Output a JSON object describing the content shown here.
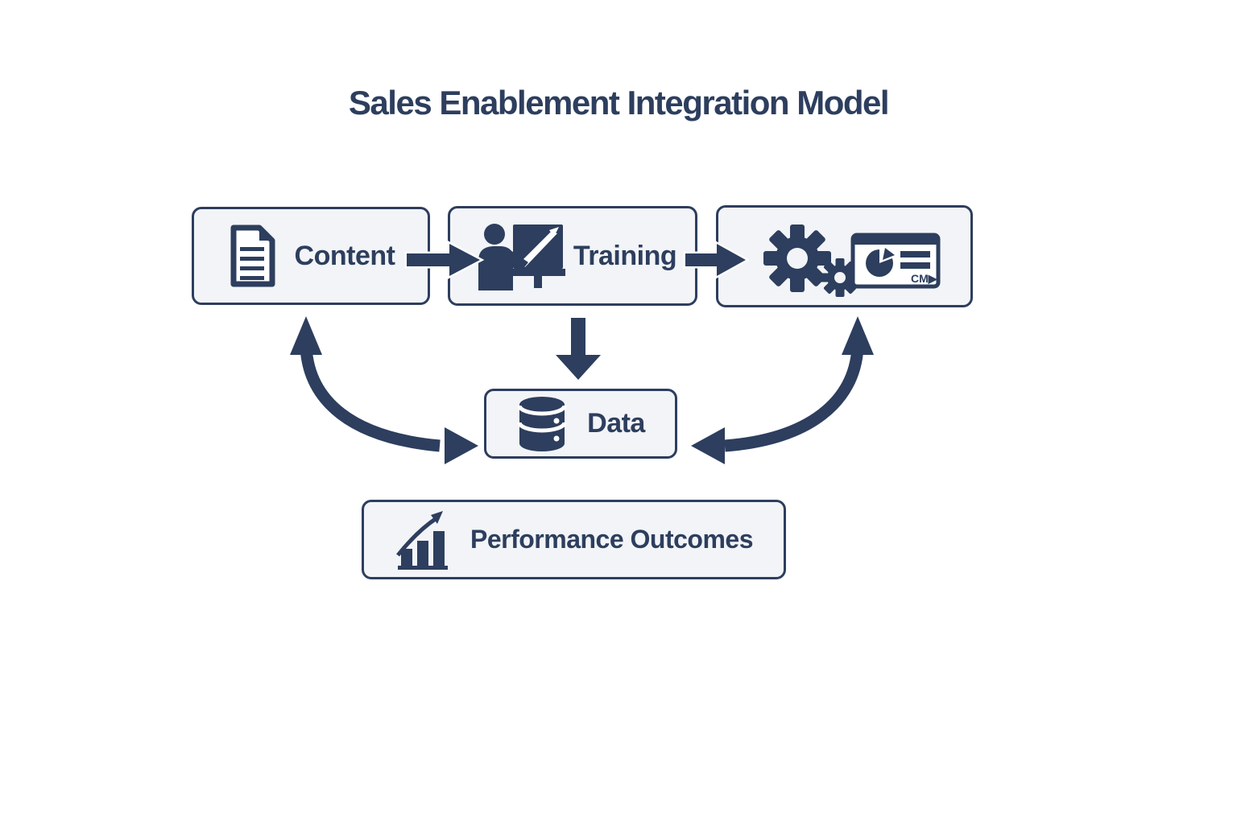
{
  "title": "Sales Enablement Integration Model",
  "colors": {
    "primary_navy": "#2d3e5e",
    "box_fill": "#f2f4f7",
    "background": "#ffffff",
    "icon_inner_white": "#ffffff"
  },
  "nodes": {
    "content": {
      "label": "Content",
      "icon": "document-icon"
    },
    "training": {
      "label": "Training",
      "icon": "presenter-whiteboard-icon"
    },
    "systems": {
      "icon": "gears-and-crm-dashboard-icon",
      "card_text": "CM▶"
    },
    "data": {
      "label": "Data",
      "icon": "database-icon"
    },
    "performance": {
      "label": "Performance Outcomes",
      "icon": "growth-bar-chart-icon"
    }
  },
  "edges": [
    {
      "from": "content",
      "to": "training",
      "type": "straight-right-arrow"
    },
    {
      "from": "training",
      "to": "systems",
      "type": "straight-right-arrow"
    },
    {
      "from": "training",
      "to": "data",
      "type": "straight-down-arrow"
    },
    {
      "from": "content",
      "to": "data",
      "type": "curved-double-headed-arrow"
    },
    {
      "from": "data",
      "to": "systems",
      "type": "curved-double-headed-arrow"
    }
  ]
}
